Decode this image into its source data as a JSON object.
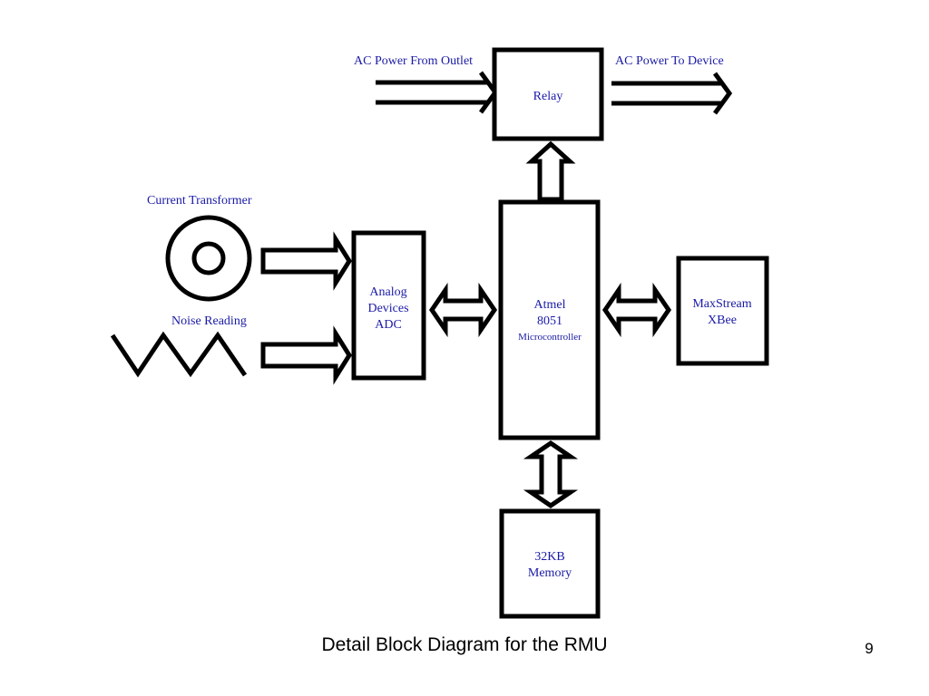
{
  "slide": {
    "caption": "Detail Block Diagram for the RMU",
    "number": "9"
  },
  "labels": {
    "ac_in": "AC Power From Outlet",
    "ac_out": "AC Power To Device",
    "current_transformer": "Current Transformer",
    "noise_reading": "Noise Reading"
  },
  "blocks": {
    "relay": {
      "lines": [
        "Relay"
      ]
    },
    "adc": {
      "lines": [
        "Analog",
        "Devices",
        "ADC"
      ]
    },
    "mcu": {
      "lines": [
        "Atmel",
        "8051",
        "Microcontroller"
      ]
    },
    "xbee": {
      "lines": [
        "MaxStream",
        "XBee"
      ]
    },
    "memory": {
      "lines": [
        "32KB",
        "Memory"
      ]
    }
  },
  "colors": {
    "label_text": "#1a1aa6",
    "stroke": "#000000"
  }
}
